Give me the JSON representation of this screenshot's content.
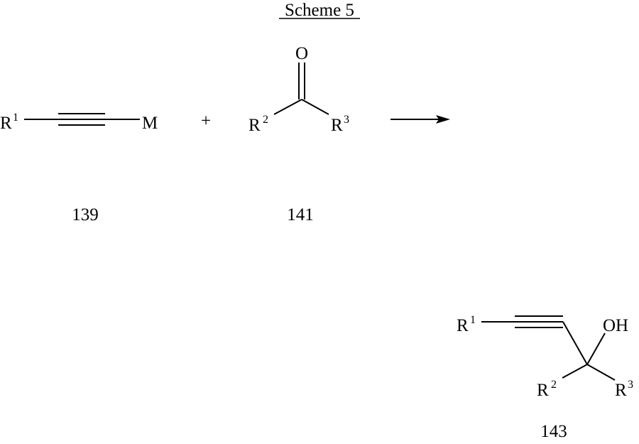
{
  "title": "Scheme 5",
  "reactant_139": {
    "r": "R",
    "r_sup": "1",
    "metal": "M",
    "number": "139"
  },
  "plus": "+",
  "reactant_141": {
    "o": "O",
    "r2": "R",
    "r2_sup": "2",
    "r3": "R",
    "r3_sup": "3",
    "number": "141"
  },
  "product_143": {
    "r1": "R",
    "r1_sup": "1",
    "oh": "OH",
    "r2": "R",
    "r2_sup": "2",
    "r3": "R",
    "r3_sup": "3",
    "number": "143"
  }
}
